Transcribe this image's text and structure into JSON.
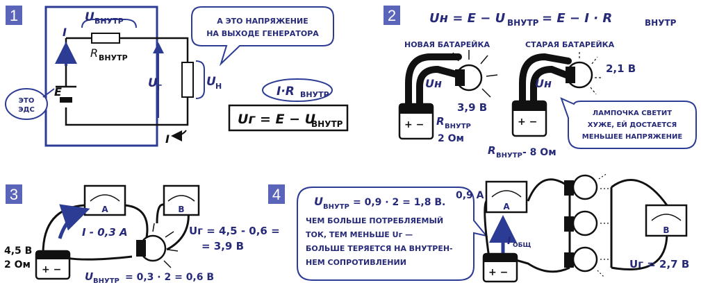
{
  "colors": {
    "blue_ink": "#2c3b93",
    "dark_ink": "#262a78",
    "box_fill": "#5a64b8",
    "lamp_glow": "#f5d53a"
  },
  "panel1": {
    "number": "1",
    "label_u_internal": "U",
    "label_u_internal_sub": "ВНУТР",
    "label_r": "R",
    "label_r_sub": "ВНУТР",
    "label_current": "I",
    "label_emf": "E",
    "label_ug": "U",
    "label_ug_sub": "Г",
    "label_un": "U",
    "label_un_sub": "Н",
    "bubble_emf_line1": "ЭТО",
    "bubble_emf_line2": "ЭДС",
    "bubble_out_line1": "А ЭТО НАПРЯЖЕНИЕ",
    "bubble_out_line2": "НА ВЫХОДЕ ГЕНЕРАТОРА",
    "formula_top": "I·R",
    "formula_top_sub": "ВНУТР",
    "formula_main": "Uг = E − U",
    "formula_main_sub": "ВНУТР"
  },
  "panel2": {
    "number": "2",
    "formula": "Uн = E − U",
    "formula_sub": "ВНУТР",
    "formula_tail": "= E − I · R",
    "formula_tail_sub": "ВНУТР",
    "new_battery": "НОВАЯ БАТАРЕЙКА",
    "old_battery": "СТАРАЯ БАТАРЕЙКА",
    "label_un": "Uн",
    "new_voltage": "3,9 В",
    "old_voltage": "2,1 В",
    "new_r": "R",
    "new_r_sub": "ВНУТР",
    "new_r_val": "2 Ом",
    "old_r": "R",
    "old_r_sub": "ВНУТР",
    "old_r_val": "- 8 Ом",
    "bubble_line1": "ЛАМПОЧКА СВЕТИТ",
    "bubble_line2": "ХУЖЕ, ЕЙ ДОСТАЕТСЯ",
    "bubble_line3": "МЕНЬШЕЕ НАПРЯЖЕНИЕ"
  },
  "panel3": {
    "number": "3",
    "ammeter": "А",
    "voltmeter": "В",
    "current": "I - 0,3 А",
    "emf": "4,5 В",
    "r": "2 Ом",
    "ug_line1": "Uг = 4,5 - 0,6 =",
    "ug_line2": "= 3,9 В",
    "u_internal": "U",
    "u_internal_sub": "ВНУТР",
    "u_internal_val": "= 0,3 · 2 = 0,6 В"
  },
  "panel4": {
    "number": "4",
    "bubble_line1": "U",
    "bubble_line1_sub": "ВНУТР",
    "bubble_line1_val": "= 0,9 · 2 = 1,8 В.",
    "bubble_line2": "ЧЕМ БОЛЬШЕ ПОТРЕБЛЯЕМЫЙ",
    "bubble_line3": "ТОК, ТЕМ МЕНЬШЕ Uг —",
    "bubble_line4": "БОЛЬШЕ ТЕРЯЕТСЯ НА ВНУТРЕН-",
    "bubble_line5": "НЕМ СОПРОТИВЛЕНИИ",
    "ammeter": "А",
    "ammeter_val": "0,9 А",
    "current": "I",
    "current_sub": "ОБЩ",
    "voltmeter": "В",
    "ug": "Uг = 2,7 В"
  }
}
